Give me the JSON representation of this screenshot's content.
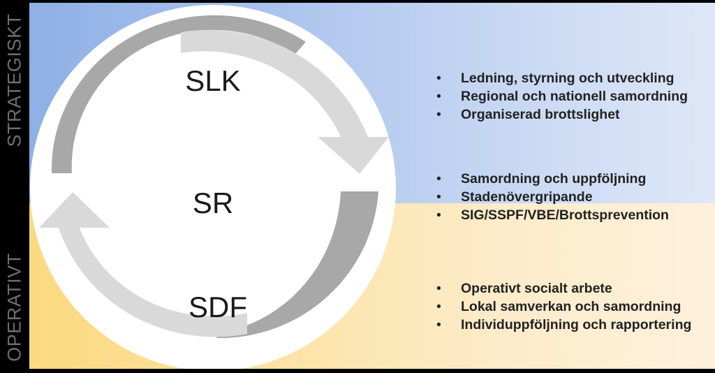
{
  "side_labels": {
    "top": "STRATEGISKT",
    "bottom": "OPERATIVT"
  },
  "cycle": {
    "nodes": [
      "SLK",
      "SR",
      "SDF"
    ]
  },
  "groups": [
    {
      "items": [
        "Ledning, styrning och utveckling",
        "Regional och nationell samordning",
        "Organiserad brottslighet"
      ]
    },
    {
      "items": [
        "Samordning och uppföljning",
        "Stadenövergripande",
        "SIG/SSPF/VBE/Brottsprevention"
      ]
    },
    {
      "items": [
        "Operativt socialt arbete",
        "Lokal samverkan och samordning",
        "Individuppföljning och rapportering"
      ]
    }
  ],
  "colors": {
    "strategic_band": "#8fb0e6",
    "operative_band": "#fbd980",
    "arrow_dark": "#a8a8a8",
    "arrow_light": "#d9d9d9",
    "side_label_text": "#6e6e6e"
  }
}
